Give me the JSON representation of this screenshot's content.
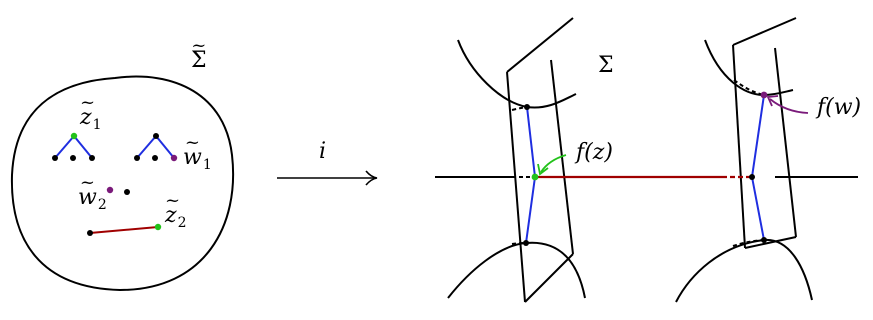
{
  "labels": {
    "sigma_tilde": "Σ",
    "sigma": "Σ",
    "map_i": "i",
    "z": "z",
    "z1_sub": "1",
    "z2_sub": "2",
    "w": "w",
    "w1_sub": "1",
    "w2_sub": "2",
    "f_of_z": "f(z)",
    "f_of_w": "f(w)"
  },
  "colors": {
    "stroke": "#000000",
    "blue_path": "#1f2ee0",
    "red_path": "#a00000",
    "green_dot": "#22c21a",
    "purple_dot": "#7a1a7a"
  }
}
